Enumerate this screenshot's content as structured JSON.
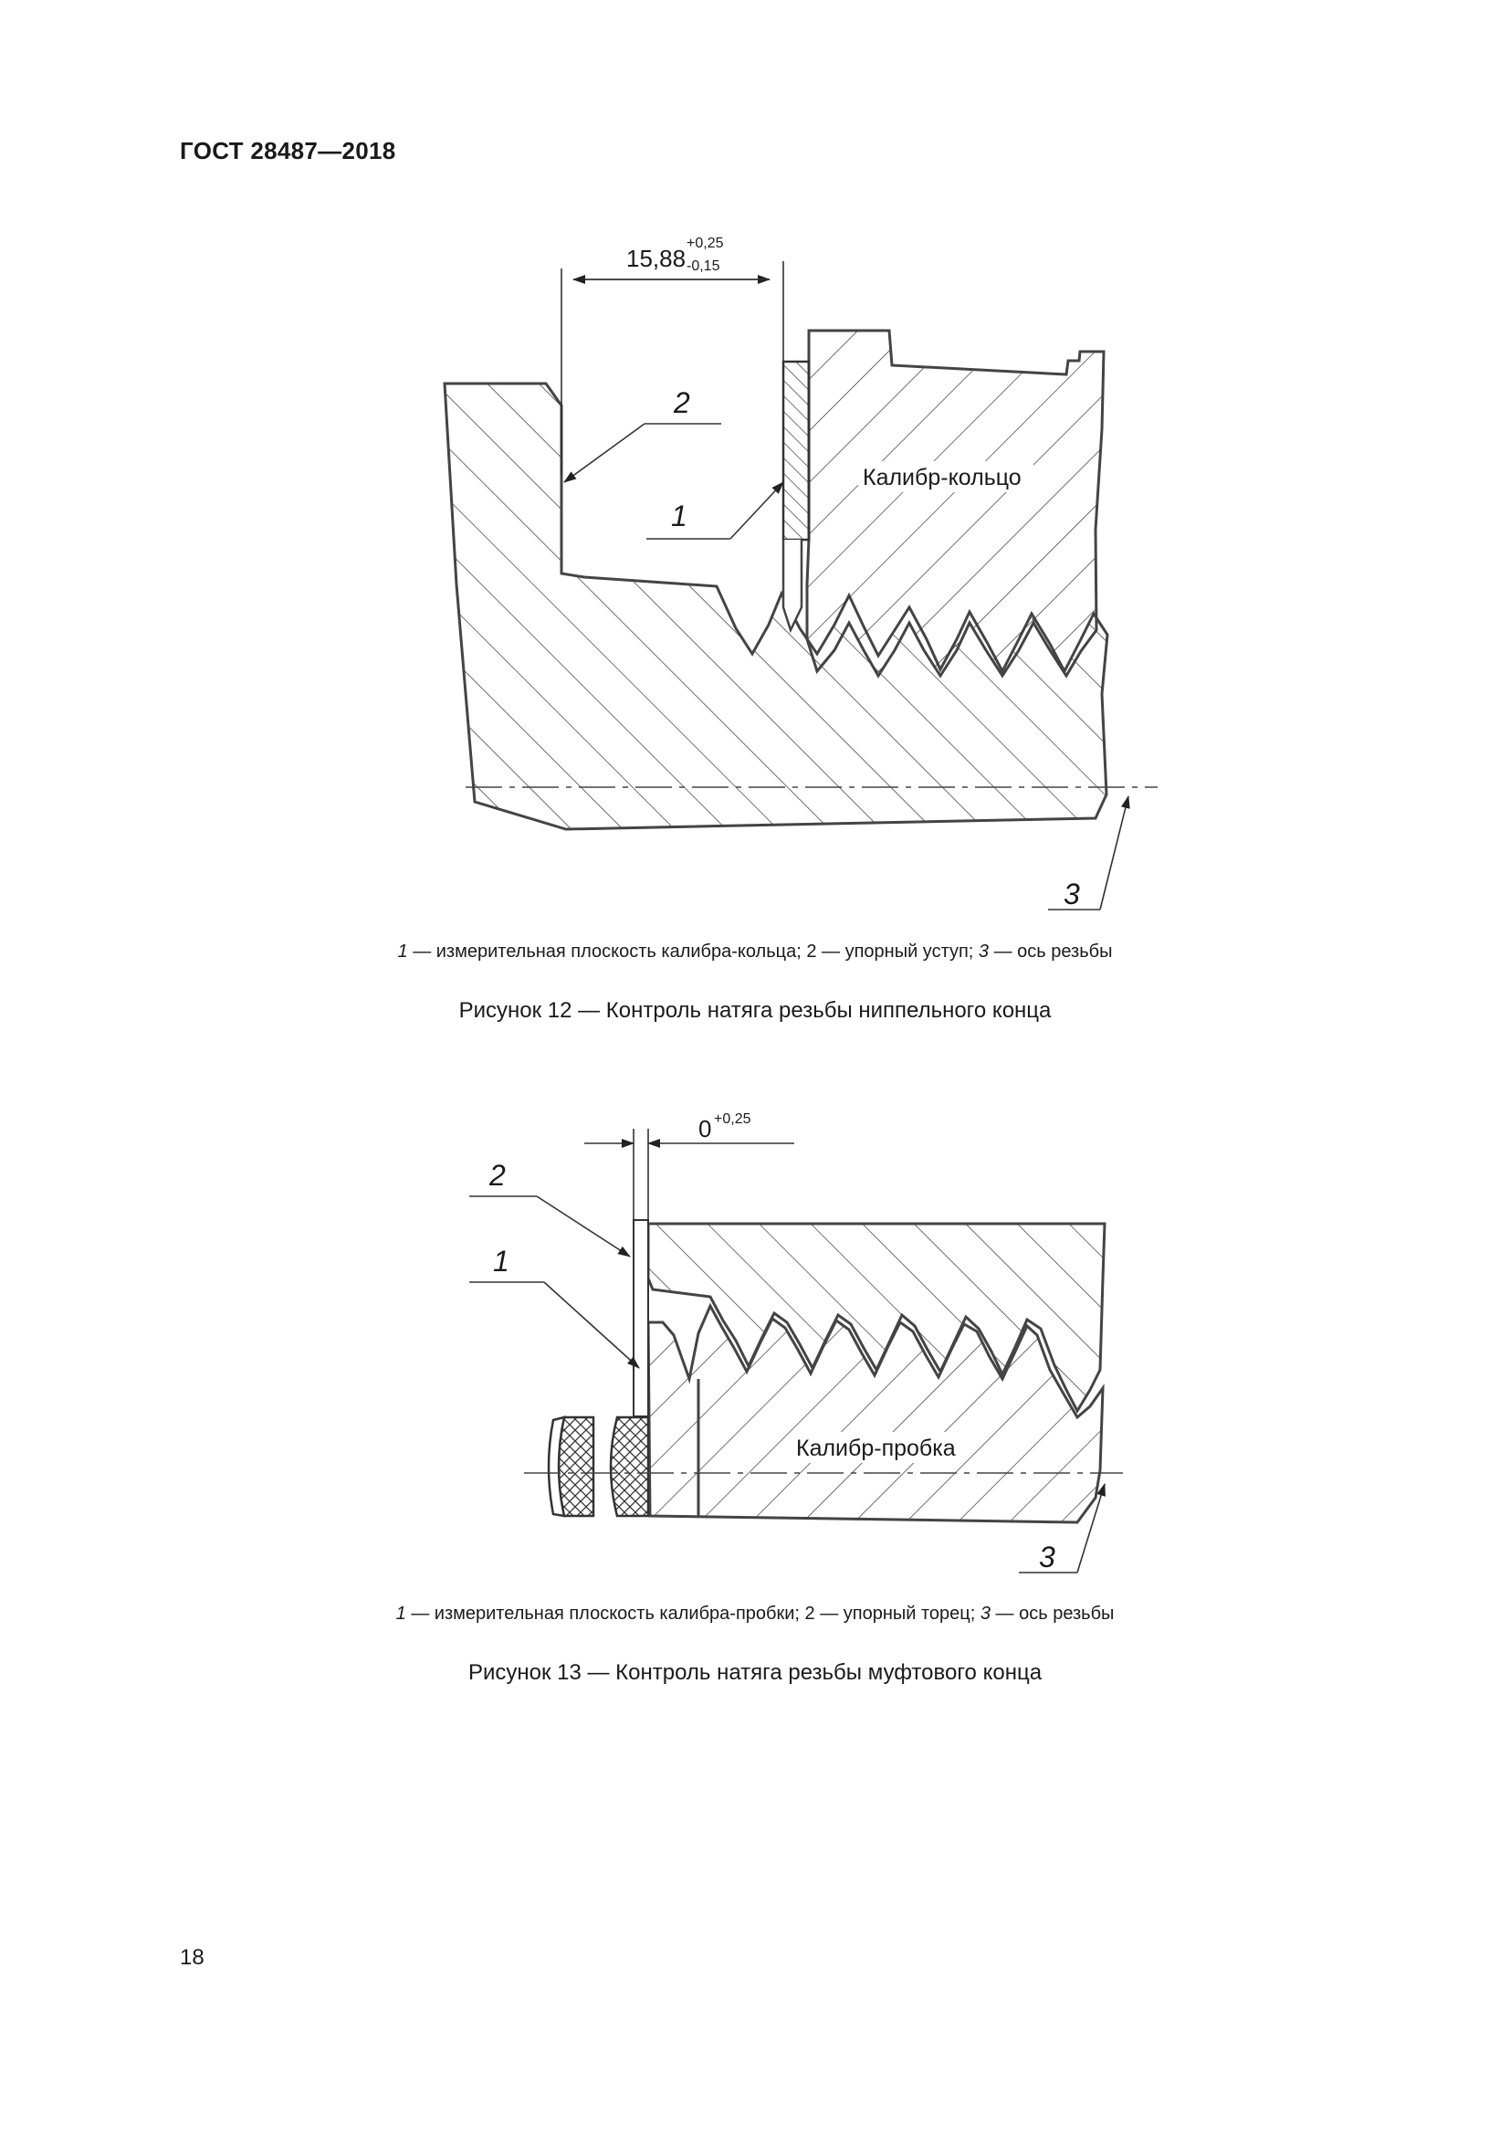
{
  "header": {
    "title": "ГОСТ 28487—2018"
  },
  "figure12": {
    "dimension_value": "15,88",
    "dimension_tol_upper": "+0,25",
    "dimension_tol_lower": "-0,15",
    "part_label": "Калибр-кольцо",
    "callouts": [
      "1",
      "2",
      "3"
    ],
    "legend": {
      "n1": "1",
      "t1": " — измерительная плоскость калибра-кольца; 2 — упорный уступ; ",
      "n3": "3",
      "t3": " — ось резьбы"
    },
    "caption": "Рисунок 12 — Контроль натяга резьбы ниппельного конца"
  },
  "figure13": {
    "dimension_value": "0",
    "dimension_tol_upper": "+0,25",
    "part_label": "Калибр-пробка",
    "callouts": [
      "1",
      "2",
      "3"
    ],
    "legend": {
      "n1": "1",
      "t1": " — измерительная плоскость калибра-пробки; 2 — упорный торец; ",
      "n3": "3",
      "t3": " — ось резьбы"
    },
    "caption": "Рисунок 13 — Контроль натяга резьбы муфтового конца"
  },
  "page_number": "18"
}
